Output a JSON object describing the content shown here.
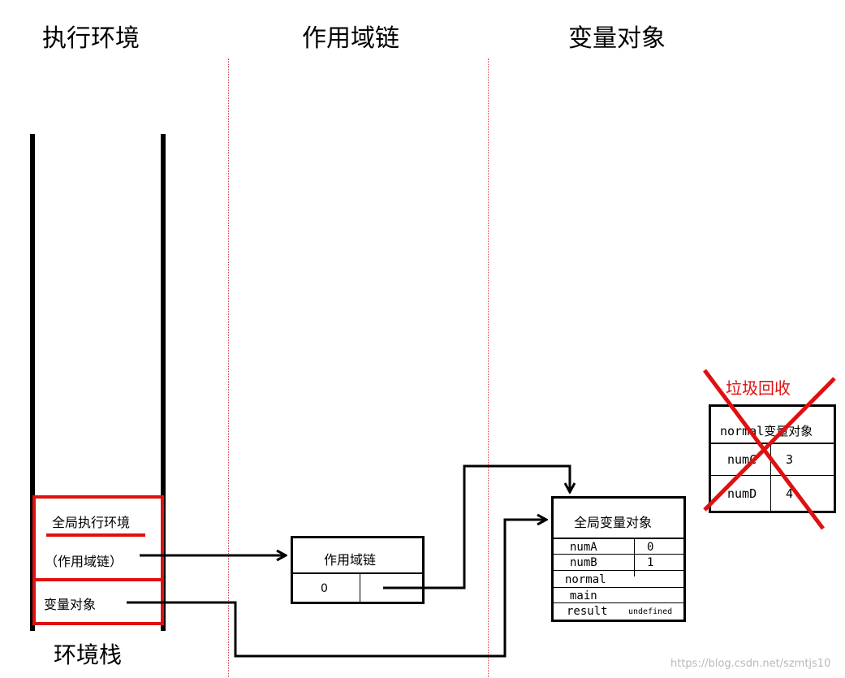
{
  "columns": [
    "执行环境",
    "作用域链",
    "变量对象"
  ],
  "stack": {
    "label": "环境栈",
    "global_context": "全局执行环境",
    "scope_chain_ref": "（作用域链）",
    "variable_object_ref": "变量对象"
  },
  "scope_chain": {
    "title": "作用域链",
    "index": "0"
  },
  "global_vo": {
    "title": "全局变量对象",
    "rows": [
      {
        "name": "numA",
        "value": "0"
      },
      {
        "name": "numB",
        "value": "1"
      },
      {
        "name": "normal",
        "value": ""
      },
      {
        "name": "main",
        "value": ""
      },
      {
        "name": "result",
        "value": "undefined"
      }
    ]
  },
  "normal_vo": {
    "gc_label": "垃圾回收",
    "title_prefix": "normal",
    "title_suffix": "变量对象",
    "rows": [
      {
        "name": "numC",
        "value": "3"
      },
      {
        "name": "numD",
        "value": "4"
      }
    ]
  },
  "watermark": "https://blog.csdn.net/szmtjs10",
  "colors": {
    "accent_red": "#e01010",
    "divider": "#d04050",
    "line": "#000000"
  }
}
